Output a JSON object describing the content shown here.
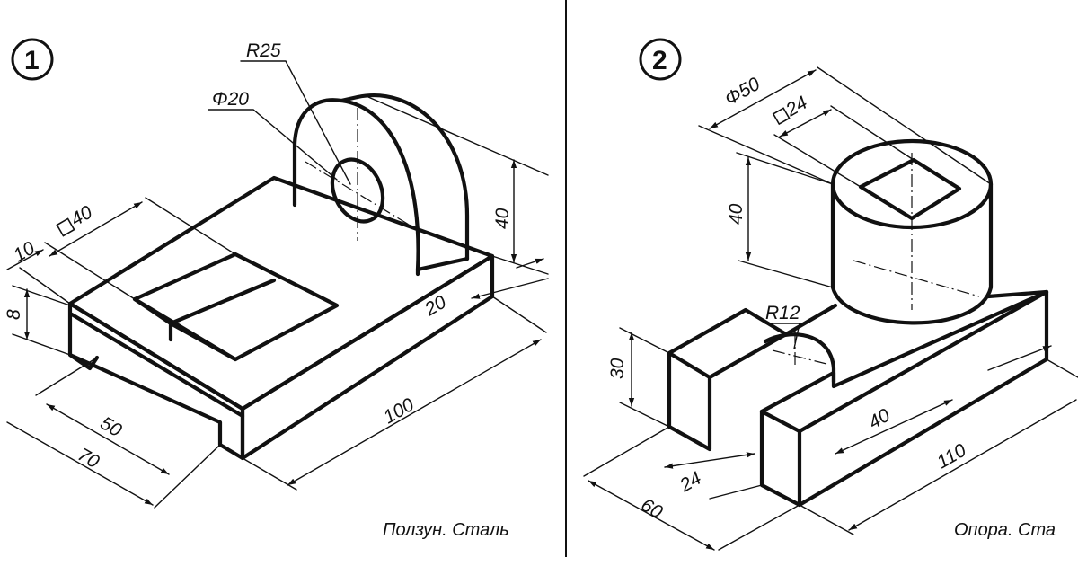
{
  "panels": [
    {
      "number": "1",
      "caption": "Ползун. Сталь",
      "dims": {
        "r25": "R25",
        "d20": "Φ20",
        "sq40": "40",
        "d10": "10",
        "d8": "8",
        "d40": "40",
        "d20b": "20",
        "d100": "100",
        "d50": "50",
        "d70": "70"
      }
    },
    {
      "number": "2",
      "caption": "Опора. Ста",
      "dims": {
        "d50": "Φ50",
        "sq24": "24",
        "d40": "40",
        "r12": "R12",
        "d30": "30",
        "d40b": "40",
        "d110": "110",
        "d24": "24",
        "d60": "60"
      }
    }
  ],
  "colors": {
    "ink": "#111111",
    "paper": "#ffffff"
  }
}
